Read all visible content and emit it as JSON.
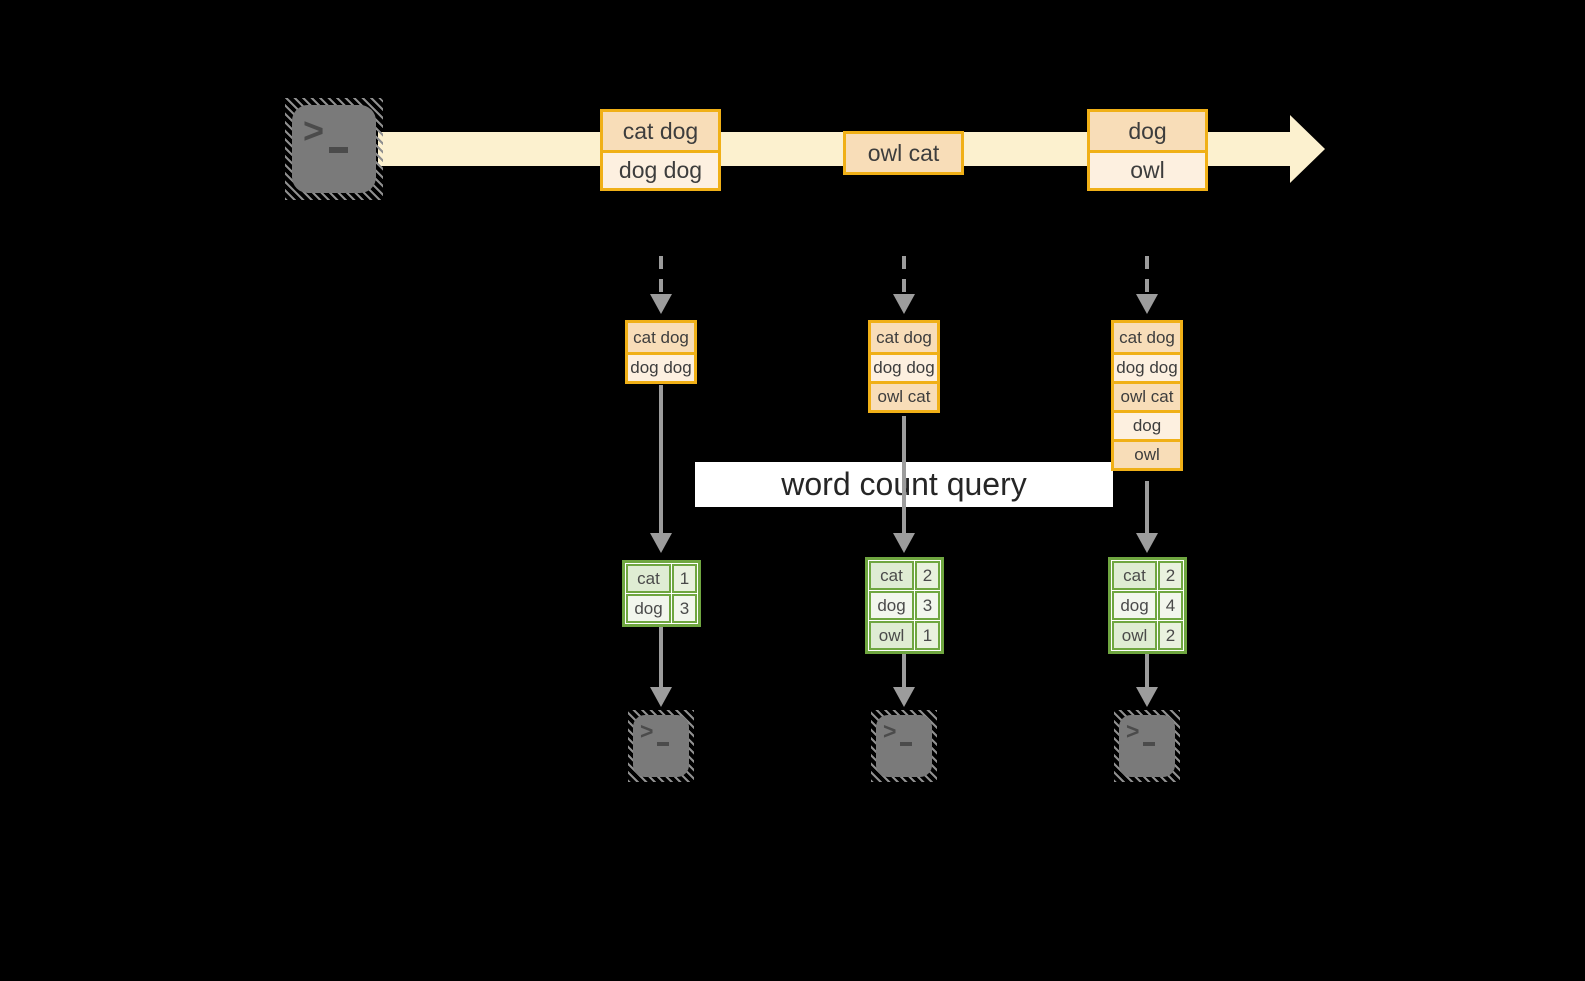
{
  "diagram": {
    "query_label": "word count query",
    "prompt_chevron": ">",
    "stream": {
      "batches": [
        {
          "rows": [
            "cat dog",
            "dog dog"
          ]
        },
        {
          "rows": [
            "owl cat"
          ]
        },
        {
          "rows": [
            "dog",
            "owl"
          ]
        }
      ]
    },
    "columns": [
      {
        "buffer": [
          "cat dog",
          "dog dog"
        ],
        "counts": [
          {
            "word": "cat",
            "count": "1"
          },
          {
            "word": "dog",
            "count": "3"
          }
        ]
      },
      {
        "buffer": [
          "cat dog",
          "dog dog",
          "owl cat"
        ],
        "counts": [
          {
            "word": "cat",
            "count": "2"
          },
          {
            "word": "dog",
            "count": "3"
          },
          {
            "word": "owl",
            "count": "1"
          }
        ]
      },
      {
        "buffer": [
          "cat dog",
          "dog dog",
          "owl cat",
          "dog",
          "owl"
        ],
        "counts": [
          {
            "word": "cat",
            "count": "2"
          },
          {
            "word": "dog",
            "count": "4"
          },
          {
            "word": "owl",
            "count": "2"
          }
        ]
      }
    ],
    "colors": {
      "background": "#000000",
      "stream_band": "#fcf1cf",
      "gold_border": "#f0b017",
      "peach_fill": "#f8ddb8",
      "cream_fill": "#fdf0e0",
      "green_border": "#6fa640",
      "green_fill": "#dfecd3",
      "green_fill_value": "#e9f1de",
      "green_fill_light": "#f2f6ed",
      "gray_arrow": "#9c9c9c",
      "terminal_gray": "#7a7a7a"
    }
  }
}
